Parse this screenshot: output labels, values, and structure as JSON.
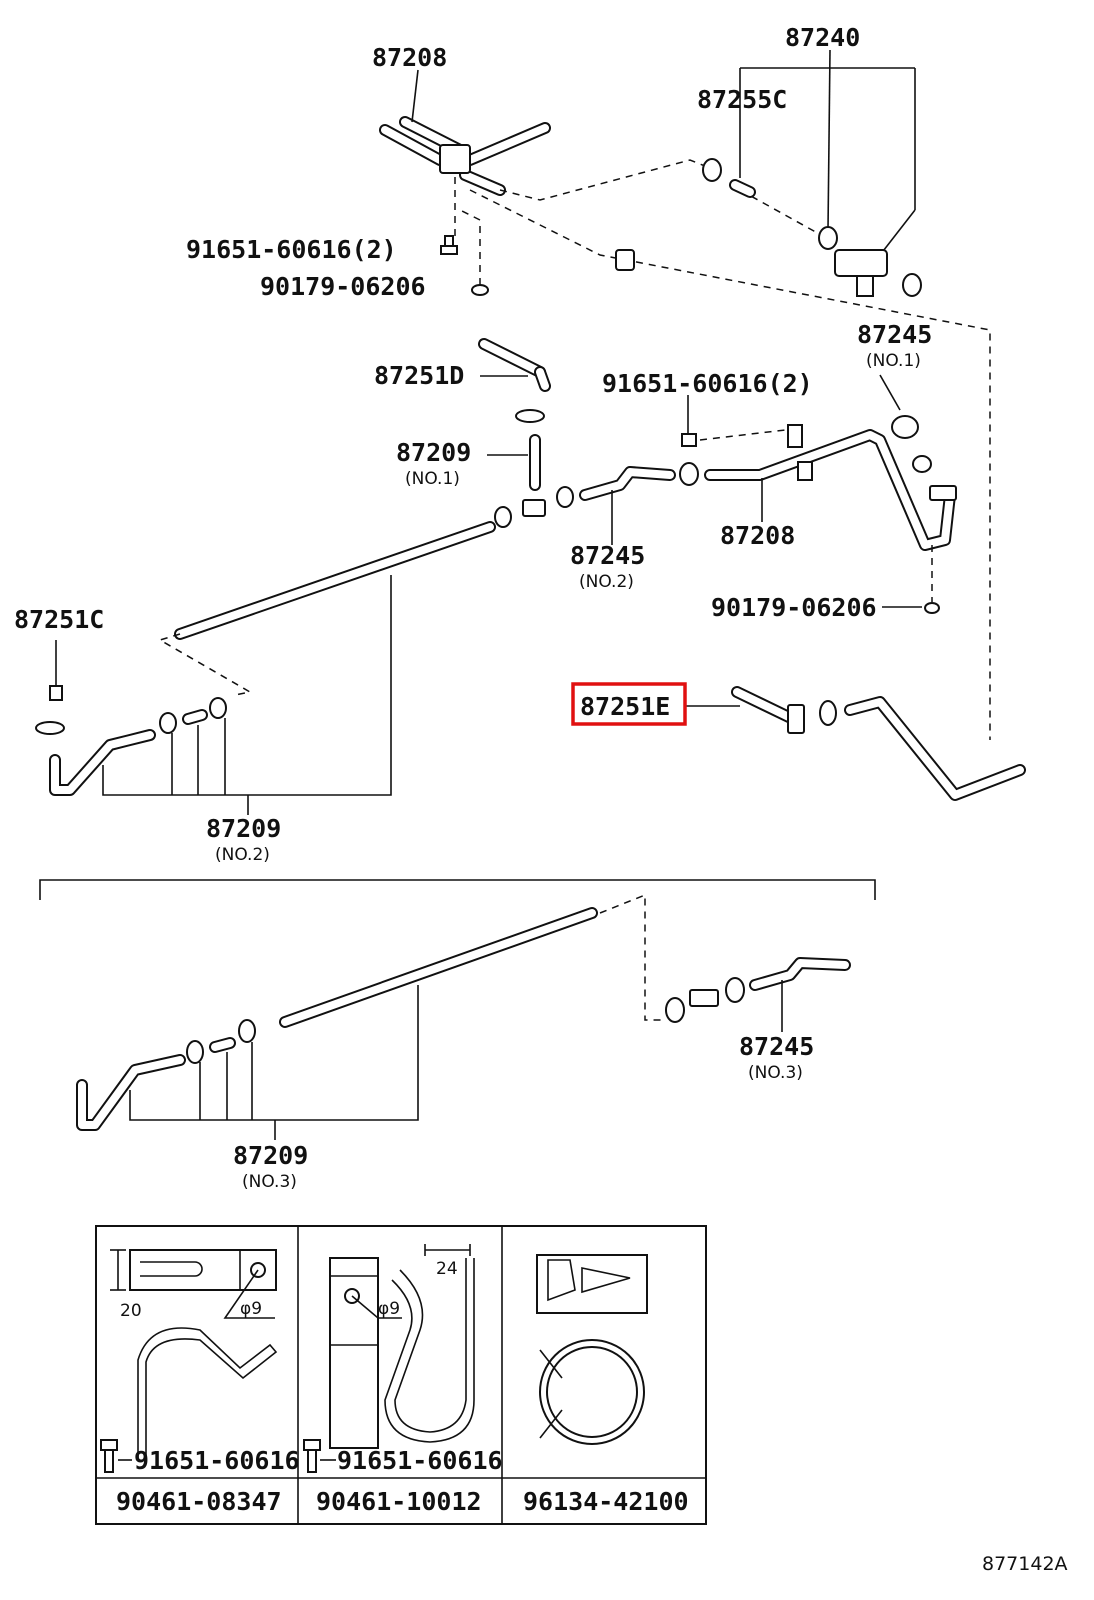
{
  "diagram": {
    "labels": {
      "p87208_top": "87208",
      "p87240": "87240",
      "p87255C": "87255C",
      "bolt_top": "91651-60616(2)",
      "clip_top": "90179-06206",
      "p87245_no1": "87245",
      "p87245_no1_sub": "(NO.1)",
      "p87251D": "87251D",
      "bolt_mid": "91651-60616(2)",
      "p87209_no1": "87209",
      "p87209_no1_sub": "(NO.1)",
      "p87245_no2": "87245",
      "p87245_no2_sub": "(NO.2)",
      "p87208_mid": "87208",
      "clip_mid": "90179-06206",
      "p87251C": "87251C",
      "p87251E": "87251E",
      "p87209_no2": "87209",
      "p87209_no2_sub": "(NO.2)",
      "p87245_no3": "87245",
      "p87245_no3_sub": "(NO.3)",
      "p87209_no3": "87209",
      "p87209_no3_sub": "(NO.3)",
      "figure_code": "877142A"
    },
    "highlighted_part": "87251E",
    "highlight_color": "#e01010",
    "table": {
      "dims": {
        "d20": "20",
        "phi9_a": "φ9",
        "d24": "24",
        "phi9_b": "φ9"
      },
      "bolt_a": "91651-60616",
      "bolt_b": "91651-60616",
      "parts": [
        "90461-08347",
        "90461-10012",
        "96134-42100"
      ]
    }
  }
}
